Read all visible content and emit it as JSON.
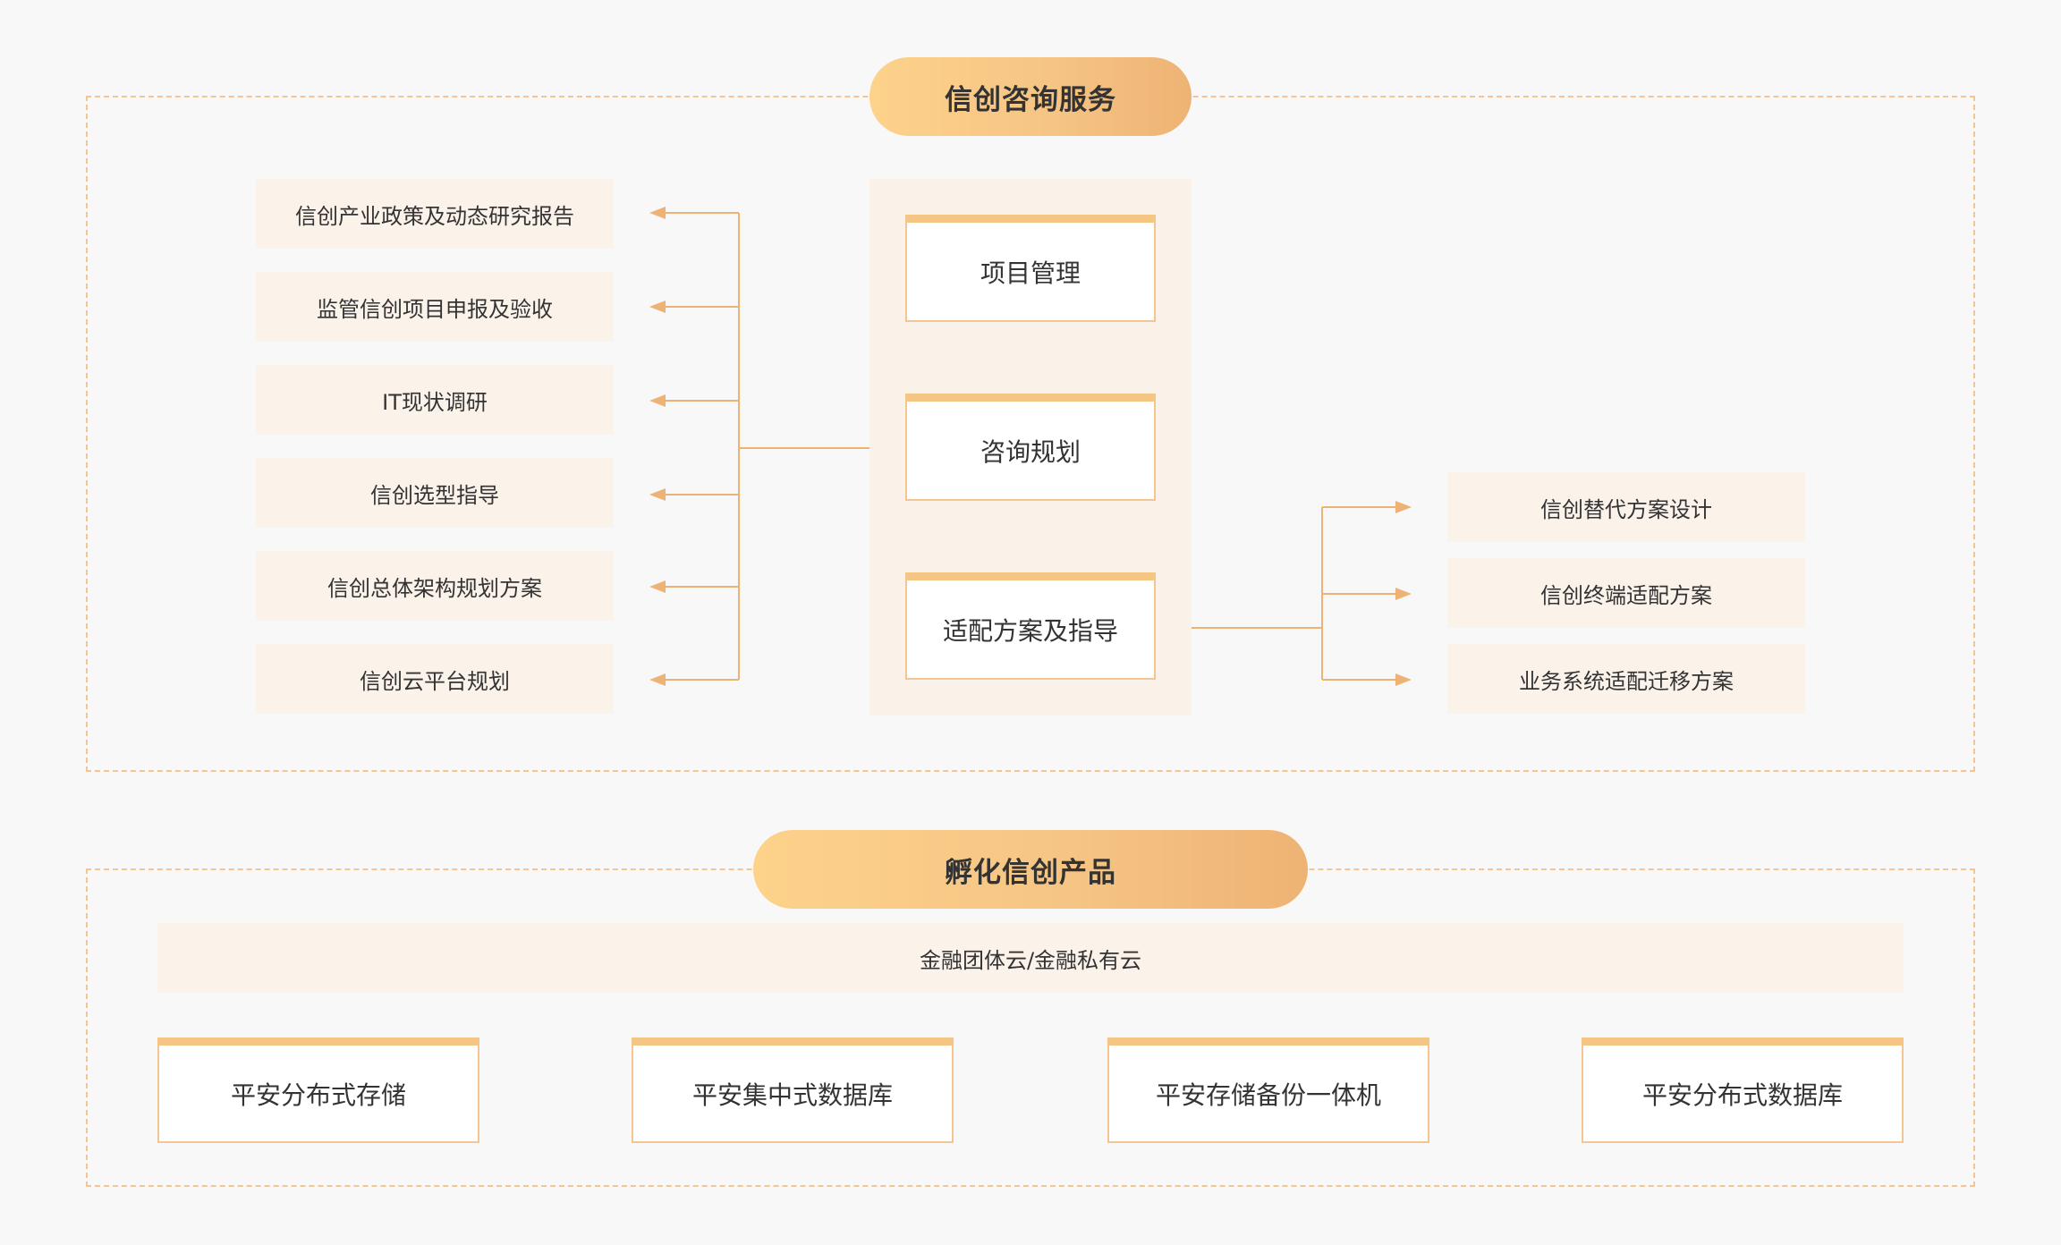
{
  "consulting": {
    "title": "信创咨询服务",
    "left_items": [
      "信创产业政策及动态研究报告",
      "监管信创项目申报及验收",
      "IT现状调研",
      "信创选型指导",
      "信创总体架构规划方案",
      "信创云平台规划"
    ],
    "center_items": [
      "项目管理",
      "咨询规划",
      "适配方案及指导"
    ],
    "right_items": [
      "信创替代方案设计",
      "信创终端适配方案",
      "业务系统适配迁移方案"
    ]
  },
  "products": {
    "title": "孵化信创产品",
    "banner": "金融团体云/金融私有云",
    "items": [
      "平安分布式存储",
      "平安集中式数据库",
      "平安存储备份一体机",
      "平安分布式数据库"
    ]
  },
  "colors": {
    "accent": "#f3c592",
    "pill_start": "#fdd28b",
    "pill_end": "#eeb374",
    "panel_bg": "#fbf2ea"
  }
}
